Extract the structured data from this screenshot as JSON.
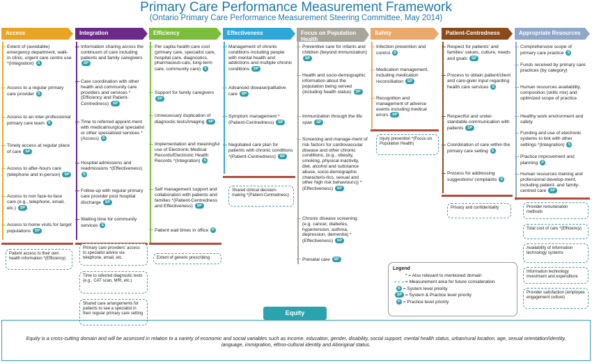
{
  "title": "Primary Care Performance Measurement Framework",
  "subtitle": "(Ontario Primary Care Performance Measurement Steering Committee, May 2014)",
  "colors": {
    "access": "#e8a523",
    "integration": "#6a2a8a",
    "efficiency": "#7bbe3c",
    "effectiveness": "#2fa8d8",
    "focus": "#a8a59a",
    "safety": "#e8a96a",
    "patient": "#8a4a1a",
    "resources": "#8fa7c8",
    "separator": "#b24a3a",
    "equity": "#2aa3ad"
  },
  "columns": [
    {
      "key": "access",
      "header": "Access",
      "items": [
        "Extent of  (avoidable) emergency department, walk-in clinic, urgent care centre use *(Integration)",
        "Access to a regular primary care provider",
        "Access to an inter-professional primary care team",
        "Timely access at regular place of care",
        "Access to after-hours care (telephone and in-person)",
        "Access to non face-to-face care (e.g., telephone, email, etc.)",
        "Access to home visits for target populations"
      ],
      "future": [
        "Patient access to their own health information *(Efficiency)"
      ]
    },
    {
      "key": "integration",
      "header": "Integration",
      "items": [
        "Information sharing across the continuum of care including patients and family caregivers",
        "Care coordination with other health and community care providers and services *(Efficiency and Patient-Centredness)",
        "Time to referred appoint-ment with  medical/surgical specialist or other specialized services *(Access)",
        "Hospital admissions and readmissions *(Effectiveness)",
        "Follow-up with regular primary care provider post hospital discharge",
        "Waiting time for community services"
      ],
      "future": [
        "Primary care providers' access to specialist advice via telephone, email, etc.",
        "Time to referred diagnostic tests (e.g., CAT scan, MRI, etc.)",
        "Shared care arrangements for patients to see a specialist in their regular primary care setting"
      ]
    },
    {
      "key": "efficiency",
      "header": "Efficiency",
      "items": [
        "Per capita health care cost (primary care, specialist care, hospital care, diagnostics, pharmaceuti-cals, long-term care, community care)",
        "Support for family caregivers",
        "Unnecessary duplication of diagnostic tests/imaging",
        "Implementation and meaningful use of Electronic Medical Records/Electronic Health Records *(Integration)",
        "Self management support and collaboration with patients and families *(Patient-Centredness and Effectiveness)",
        "Patient wait times in office"
      ],
      "future": [
        "Extent of generic prescribing"
      ]
    },
    {
      "key": "effectiveness",
      "header": "Effectiveness",
      "items": [
        "Management of chronic conditions including people with mental health and addictions and multiple chronic conditions",
        "Advanced disease/palliative care",
        "Symptom management *(Patient-Centredness)",
        "Negotiated care plan for patients with chronic conditions *(Patient-Centredness)"
      ],
      "future": [
        "Shared clinical decision-making *(Patient-Centredness)"
      ]
    },
    {
      "key": "focus",
      "header": "Focus on Population Health",
      "items": [
        "Preventive care for infants and children (beyond immunization)",
        "Health and socio-demographic information about the population being served (including health status)",
        "Immunization through the life span",
        "Screening and manage-ment of risk factors for cardiovascular disease and other chronic conditions, (e.g., obesity, smoking, physical inactivity, diet, alcohol and substance abuse, socio-demographic characteris-tics, sexual and other high risk behaviours)) *(Effectiveness)",
        "Chronic disease screening (e.g. cancer, diabetes, hypertension, asthma, depression, dementia) *(Effectiveness)",
        "Prenatal care"
      ],
      "future": []
    },
    {
      "key": "safety",
      "header": "Safety",
      "items": [
        "Infection prevention and control",
        "Medication management, including medication reconciliation",
        "Recognition and management of adverse events including medical errors"
      ],
      "future": [
        "Injury prevention *(Focus on Population Health)"
      ]
    },
    {
      "key": "patient",
      "header": "Patient-Centredness",
      "items": [
        "Respect for patients' and families' values, culture, needs and goals",
        "Process to obtain patient/client and care-giver input regarding health care services",
        "Respectful and under-standable communication with patients",
        "Coordination of care within the primary care setting",
        "Process for addressing suggestions/ complaints"
      ],
      "future": [
        "Privacy and confidentiality"
      ]
    },
    {
      "key": "resources",
      "header": "Appropriate Resources",
      "items": [
        "Comprehensive scope of primary care practice",
        "Funds received by primary care practices (by category)",
        "Human resources availability, composition (skills mix) and optimized scope of practice",
        "Healthy work environment and safety",
        "Funding and use of electronic systems to link with other settings *(Integration)",
        "Practice improvement and planning",
        "Human resources training and professional develop-ment, including patient- and family- centred care"
      ],
      "future": [
        "Provider remuneration methods",
        "Total cost of care *(Efficiency)",
        "Availability of information technology systems",
        "Information technology investment and expenditure",
        "Provider satisfaction (employee engagement culture)"
      ]
    }
  ],
  "legend": {
    "title": "Legend",
    "asterisk": "* = Also relevant to mentioned domain",
    "dashed": "= Measurement area for future consideration",
    "system": "= System level priority",
    "system_practice": "= System & Practice level priority",
    "practice": "= Practice level priority"
  },
  "equity": {
    "label": "Equity",
    "text": "Equity is a cross-cutting domain and will be assessed in relation to a variety of economic and social variables such as income, education, gender, disability, social support, mental health status, urban/rural location, age, sexual orientation/identity, language, immigration, ethno-cultural identity and Aboriginal status."
  }
}
